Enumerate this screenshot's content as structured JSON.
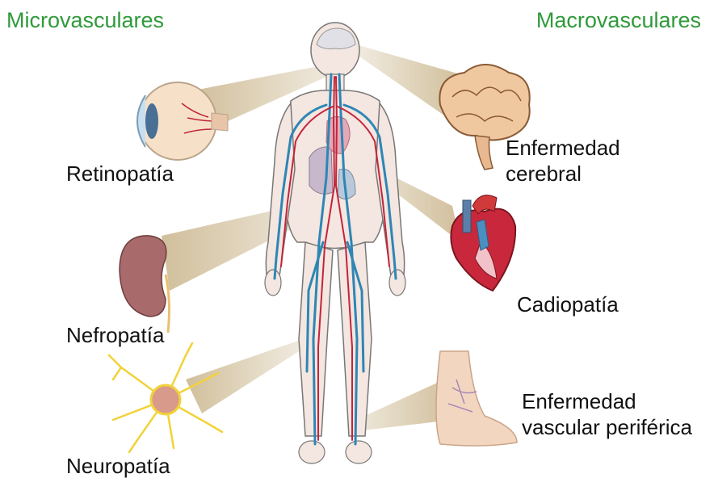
{
  "headings": {
    "left": "Microvasculares",
    "right": "Macrovasculares"
  },
  "complications": {
    "retinopatia": "Retinopatía",
    "nefropatia": "Nefropatía",
    "neuropatia": "Neuropatía",
    "enfermedad_cerebral": [
      "Enfermedad",
      "cerebral"
    ],
    "cardiopatia": "Cadiopatía",
    "enfermedad_vascular": [
      "Enfermedad",
      "vascular periférica"
    ]
  },
  "colors": {
    "heading": "#2f9a3a",
    "vein": "#2e86b5",
    "artery": "#c3243a",
    "beam": "#d9c9a6",
    "skin": "#f2e2dc"
  },
  "icons": [
    "eye-icon",
    "kidney-icon",
    "nerve-cell-icon",
    "brain-icon",
    "heart-icon",
    "foot-icon",
    "human-body-illustration"
  ]
}
